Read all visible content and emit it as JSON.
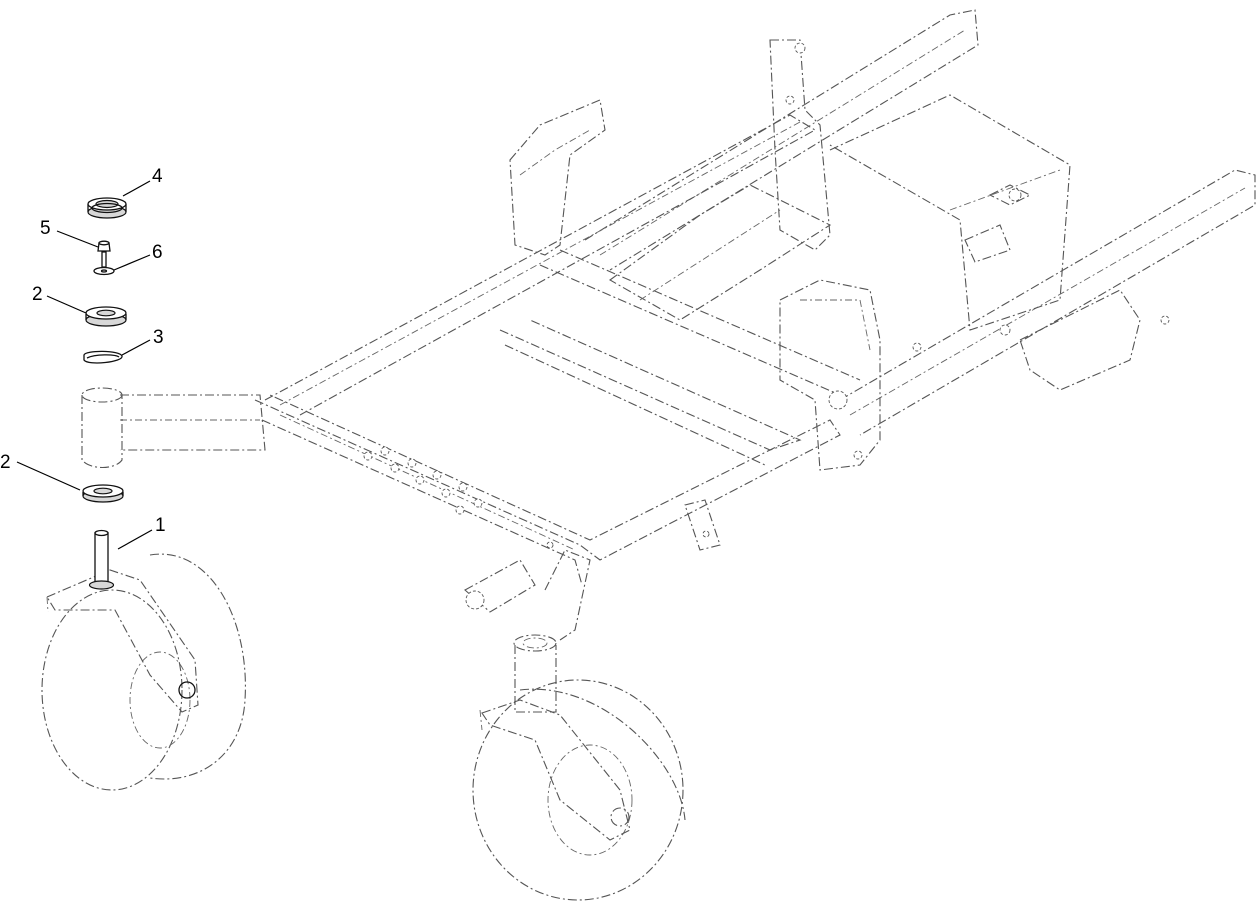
{
  "diagram": {
    "callouts": [
      {
        "id": "c1",
        "label": "1"
      },
      {
        "id": "c2a",
        "label": "2"
      },
      {
        "id": "c2b",
        "label": "2"
      },
      {
        "id": "c3",
        "label": "3"
      },
      {
        "id": "c4",
        "label": "4"
      },
      {
        "id": "c5",
        "label": "5"
      },
      {
        "id": "c6",
        "label": "6"
      }
    ]
  }
}
